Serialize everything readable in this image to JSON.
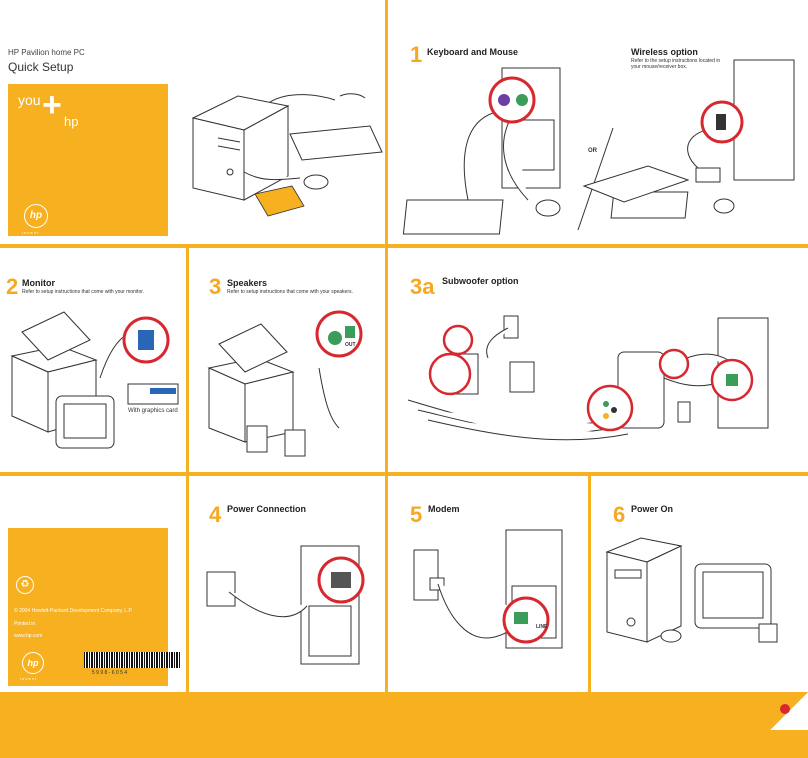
{
  "cover": {
    "brand_line": "HP Pavilion home PC",
    "title": "Quick Setup",
    "tagline_you": "you",
    "tagline_hp": "hp",
    "logo_text": "hp",
    "invent": "i n v e n t"
  },
  "steps": {
    "s1": {
      "num": "1",
      "title": "Keyboard and Mouse"
    },
    "wireless": {
      "title": "Wireless option",
      "note": "Refer to the setup instructions located in your mouse/receiver box.",
      "or": "OR"
    },
    "s2": {
      "num": "2",
      "title": "Monitor",
      "note": "Refer to setup instructions that come with your monitor.",
      "caption": "With graphics card"
    },
    "s3": {
      "num": "3",
      "title": "Speakers",
      "note": "Refer to setup instructions that come with your speakers.",
      "out_label": "OUT"
    },
    "s3a": {
      "num": "3a",
      "title": "Subwoofer option"
    },
    "s4": {
      "num": "4",
      "title": "Power Connection"
    },
    "s5": {
      "num": "5",
      "title": "Modem",
      "line_label": "LINE"
    },
    "s6": {
      "num": "6",
      "title": "Power On"
    }
  },
  "back": {
    "copyright": "© 2004 Hewlett-Packard Development Company, L.P.",
    "printed": "Printed in",
    "url": "www.hp.com",
    "logo_text": "hp",
    "invent": "i n v e n t",
    "barcode_number": "5 9 9 8 - 6 0 5 4"
  },
  "colors": {
    "accent": "#f6b020",
    "callout": "#d7282f",
    "step_number": "#f6a823"
  }
}
